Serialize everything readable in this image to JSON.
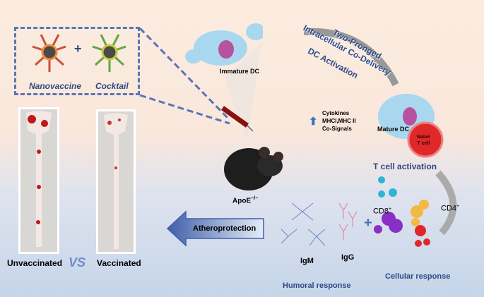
{
  "vaccine_box": {
    "label_left": "Nanovaccine",
    "label_right": "Cocktail",
    "plus": "+"
  },
  "immature_dc": "Immature DC",
  "pathway": {
    "line1": "Two-Pronged",
    "line2": "Intracellular Co-Delivery",
    "line3": "DC Activation"
  },
  "upregulated": {
    "line1": "Cytokines",
    "line2": "MHCI,MHC II",
    "line3": "Co-Signals"
  },
  "mature_dc": "Mature DC",
  "naive_t": {
    "line1": "Naive",
    "line2": "T cell"
  },
  "t_cell_activation": "T cell activation",
  "mouse": {
    "label": "ApoE",
    "sup": "−/−"
  },
  "cd4": {
    "label": "CD4",
    "sup": "+"
  },
  "cd8": {
    "label": "CD8",
    "sup": "+"
  },
  "igm": "IgM",
  "igg": "IgG",
  "plus2": "+",
  "humoral": "Humoral response",
  "cellular": "Cellular response",
  "arrow_label": "Atheroprotection",
  "comparison": {
    "left": "Unvaccinated",
    "vs": "VS",
    "right": "Vaccinated"
  },
  "colors": {
    "accent": "#2e4a86",
    "dc": "#a9d7ef",
    "tcell": "#e0282a"
  }
}
